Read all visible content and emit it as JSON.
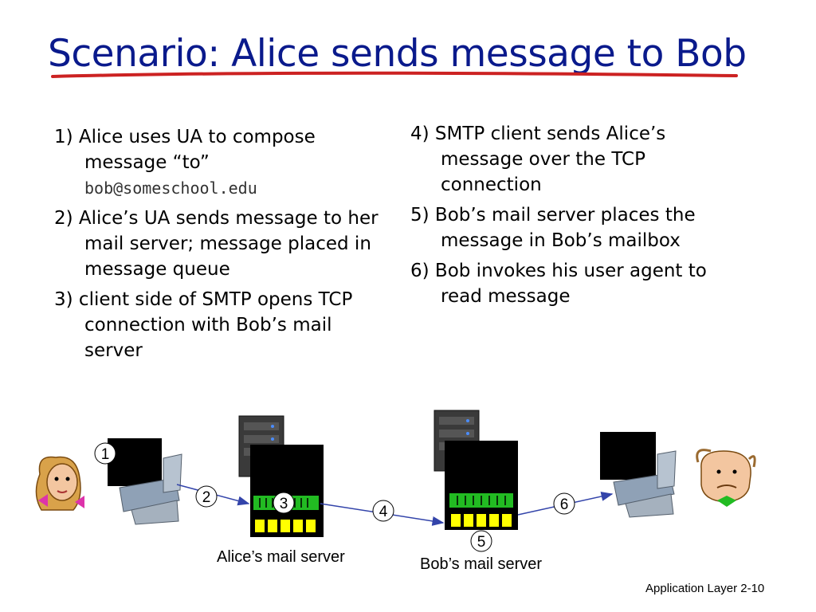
{
  "title": "Scenario: Alice sends message to Bob",
  "steps_left": [
    {
      "line": "1) Alice uses UA to compose message “to”",
      "address": "bob@someschool.edu"
    },
    {
      "line": "2) Alice’s UA sends message to her mail server; message placed in message queue"
    },
    {
      "line": "3) client side of SMTP opens TCP connection with Bob’s mail server"
    }
  ],
  "steps_right": [
    {
      "line": "4) SMTP client sends Alice’s message over the TCP connection"
    },
    {
      "line": "5) Bob’s mail server places the message in Bob’s mailbox"
    },
    {
      "line": "6) Bob invokes his user agent to read message"
    }
  ],
  "diagram": {
    "markers": [
      "1",
      "2",
      "3",
      "4",
      "5",
      "6"
    ],
    "alice_server_label": "Alice’s mail server",
    "bob_server_label": "Bob’s mail server",
    "colors": {
      "title": "#0a1a8c",
      "underline": "#cc2222",
      "queue": "#22bb22",
      "mailbox": "#ffff00",
      "server_box": "#000000"
    }
  },
  "footer": {
    "text": "Application Layer",
    "page": "2-10"
  }
}
